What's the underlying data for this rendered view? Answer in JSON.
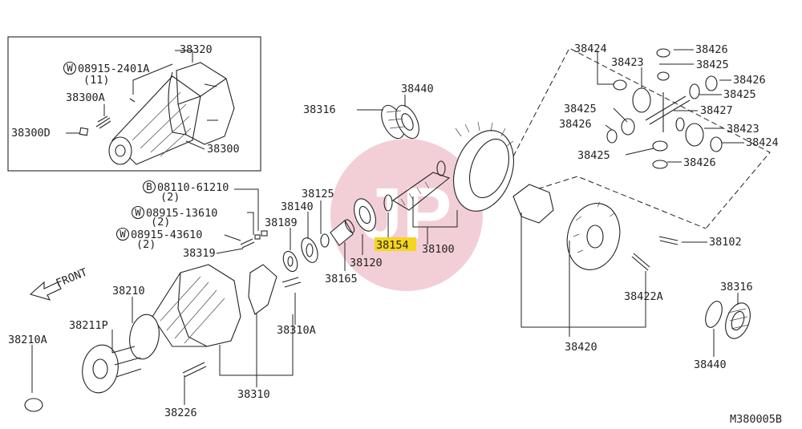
{
  "diagram_code": "M380005B",
  "front_label": "FRONT",
  "highlight_color": "#f5d61e",
  "watermark_color": "#e8a9b6",
  "watermark_text": "JP",
  "labels": {
    "p38320": "38320",
    "w08915_2401a": "08915-2401A",
    "qty11": "(11)",
    "p38300a": "38300A",
    "p38300d": "38300D",
    "p38300": "38300",
    "p38316a": "38316",
    "p38440a": "38440",
    "b08110_61210": "08110-61210",
    "qty2a": "(2)",
    "w08915_13610": "08915-13610",
    "qty2b": "(2)",
    "w08915_43610": "08915-43610",
    "qty2c": "(2)",
    "p38319": "38319",
    "p38189": "38189",
    "p38140": "38140",
    "p38125": "38125",
    "p38154": "38154",
    "p38100": "38100",
    "p38120": "38120",
    "p38165": "38165",
    "p38210": "38210",
    "p38211p": "38211P",
    "p38210a": "38210A",
    "p38310a": "38310A",
    "p38310": "38310",
    "p38226": "38226",
    "p38424a": "38424",
    "p38423a": "38423",
    "p38426a": "38426",
    "p38425a": "38425",
    "p38426b": "38426",
    "p38425b": "38425",
    "p38427": "38427",
    "p38425c": "38425",
    "p38426c": "38426",
    "p38423b": "38423",
    "p38424b": "38424",
    "p38425d": "38425",
    "p38426d": "38426",
    "p38102": "38102",
    "p38422a": "38422A",
    "p38316b": "38316",
    "p38420": "38420",
    "p38440b": "38440"
  },
  "badges": {
    "w": "W",
    "b": "B"
  }
}
